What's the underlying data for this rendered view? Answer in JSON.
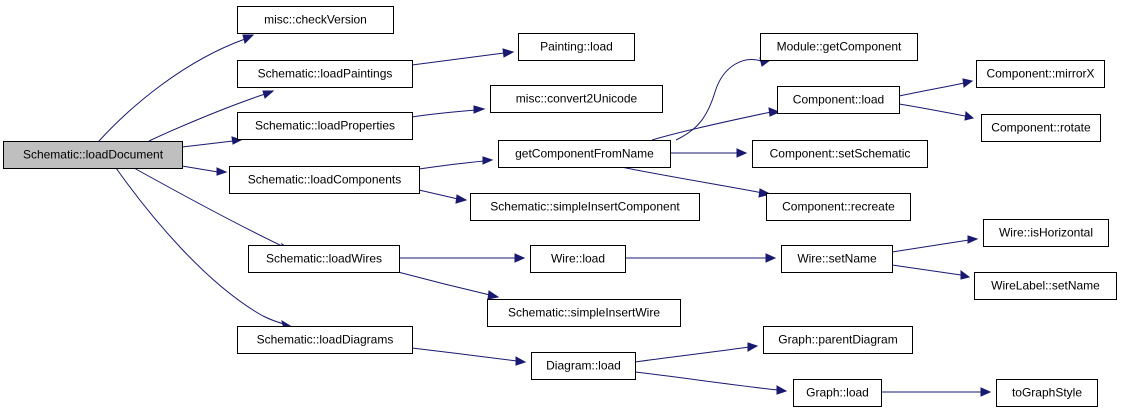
{
  "graph": {
    "root": "Schematic::loadDocument",
    "nodes": [
      "Schematic::loadDocument",
      "misc::checkVersion",
      "Schematic::loadPaintings",
      "Painting::load",
      "Schematic::loadProperties",
      "misc::convert2Unicode",
      "Schematic::loadComponents",
      "getComponentFromName",
      "Schematic::simpleInsertComponent",
      "Module::getComponent",
      "Component::load",
      "Component::mirrorX",
      "Component::rotate",
      "Component::setSchematic",
      "Component::recreate",
      "Schematic::loadWires",
      "Wire::load",
      "Wire::setName",
      "Wire::isHorizontal",
      "WireLabel::setName",
      "Schematic::simpleInsertWire",
      "Schematic::loadDiagrams",
      "Diagram::load",
      "Graph::parentDiagram",
      "Graph::load",
      "toGraphStyle"
    ],
    "edges": [
      [
        "Schematic::loadDocument",
        "misc::checkVersion"
      ],
      [
        "Schematic::loadDocument",
        "Schematic::loadPaintings"
      ],
      [
        "Schematic::loadDocument",
        "Schematic::loadProperties"
      ],
      [
        "Schematic::loadDocument",
        "Schematic::loadComponents"
      ],
      [
        "Schematic::loadDocument",
        "Schematic::loadWires"
      ],
      [
        "Schematic::loadDocument",
        "Schematic::loadDiagrams"
      ],
      [
        "Schematic::loadPaintings",
        "Painting::load"
      ],
      [
        "Schematic::loadProperties",
        "misc::convert2Unicode"
      ],
      [
        "Schematic::loadComponents",
        "getComponentFromName"
      ],
      [
        "Schematic::loadComponents",
        "Schematic::simpleInsertComponent"
      ],
      [
        "getComponentFromName",
        "Module::getComponent"
      ],
      [
        "getComponentFromName",
        "Component::load"
      ],
      [
        "getComponentFromName",
        "Component::setSchematic"
      ],
      [
        "getComponentFromName",
        "Component::recreate"
      ],
      [
        "Component::load",
        "Component::mirrorX"
      ],
      [
        "Component::load",
        "Component::rotate"
      ],
      [
        "Schematic::loadWires",
        "Wire::load"
      ],
      [
        "Schematic::loadWires",
        "Schematic::simpleInsertWire"
      ],
      [
        "Wire::load",
        "Wire::setName"
      ],
      [
        "Wire::setName",
        "Wire::isHorizontal"
      ],
      [
        "Wire::setName",
        "WireLabel::setName"
      ],
      [
        "Schematic::loadDiagrams",
        "Diagram::load"
      ],
      [
        "Diagram::load",
        "Graph::parentDiagram"
      ],
      [
        "Diagram::load",
        "Graph::load"
      ],
      [
        "Graph::load",
        "toGraphStyle"
      ]
    ],
    "colors": {
      "edge": "#191970",
      "root_fill": "#bfbfbf",
      "node_fill": "#ffffff",
      "node_border": "#000000"
    }
  }
}
